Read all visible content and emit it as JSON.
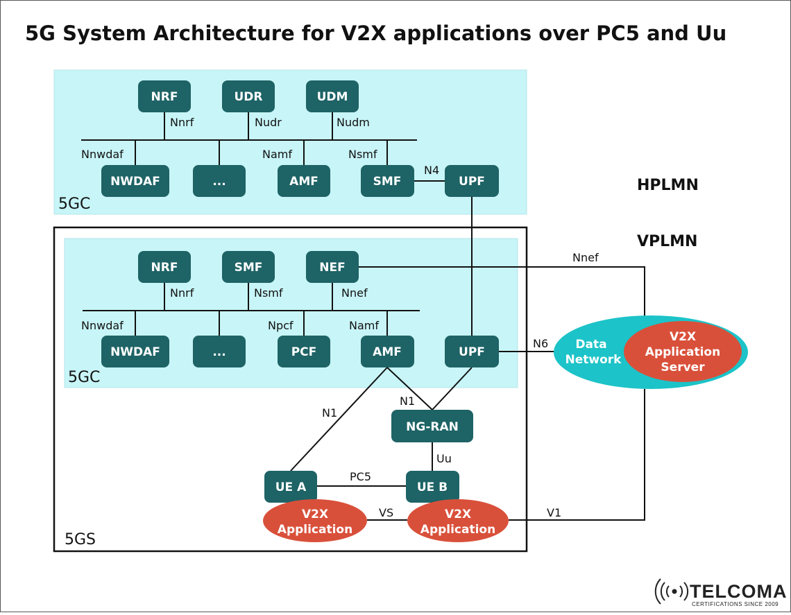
{
  "title": "5G System Architecture for V2X applications over PC5 and Uu",
  "hplmn": {
    "region_label": "5GC",
    "nfs": {
      "nrf": "NRF",
      "udr": "UDR",
      "udm": "UDM",
      "nwdaf": "NWDAF",
      "dots": "...",
      "amf": "AMF",
      "smf": "SMF",
      "upf": "UPF"
    },
    "interfaces": {
      "nnrf": "Nnrf",
      "nudr": "Nudr",
      "nudm": "Nudm",
      "nnwdaf": "Nnwdaf",
      "namf": "Namf",
      "nsmf": "Nsmf",
      "n4": "N4"
    }
  },
  "vplmn": {
    "region_label": "5GC",
    "system_label": "5GS",
    "nfs": {
      "nrf": "NRF",
      "smf": "SMF",
      "nef": "NEF",
      "nwdaf": "NWDAF",
      "dots": "...",
      "pcf": "PCF",
      "amf": "AMF",
      "upf": "UPF"
    },
    "interfaces": {
      "nnrf": "Nnrf",
      "nsmf": "Nsmf",
      "nnef": "Nnef",
      "nnwdaf": "Nnwdaf",
      "npcf": "Npcf",
      "namf": "Namf"
    }
  },
  "plmn_labels": {
    "home": "HPLMN",
    "visited": "VPLMN"
  },
  "ran": {
    "ng_ran": "NG-RAN",
    "ue_a": "UE A",
    "ue_b": "UE B"
  },
  "apps": {
    "line1": "V2X",
    "line2": "Application"
  },
  "data_network": {
    "line1": "Data",
    "line2": "Network",
    "server_line1": "V2X",
    "server_line2": "Application",
    "server_line3": "Server"
  },
  "links": {
    "nnef": "Nnef",
    "n6": "N6",
    "n1_a": "N1",
    "n1_b": "N1",
    "uu": "Uu",
    "pc5": "PC5",
    "vs": "VS",
    "v1": "V1"
  },
  "logo": {
    "name": "TELCOMA",
    "tagline": "CERTIFICATIONS SINCE 2009"
  },
  "colors": {
    "nf_box": "#1e6366",
    "core_bg": "#c8f5f7",
    "app_red": "#d9503a",
    "dn_teal": "#1cc3c8",
    "text": "#111111"
  }
}
